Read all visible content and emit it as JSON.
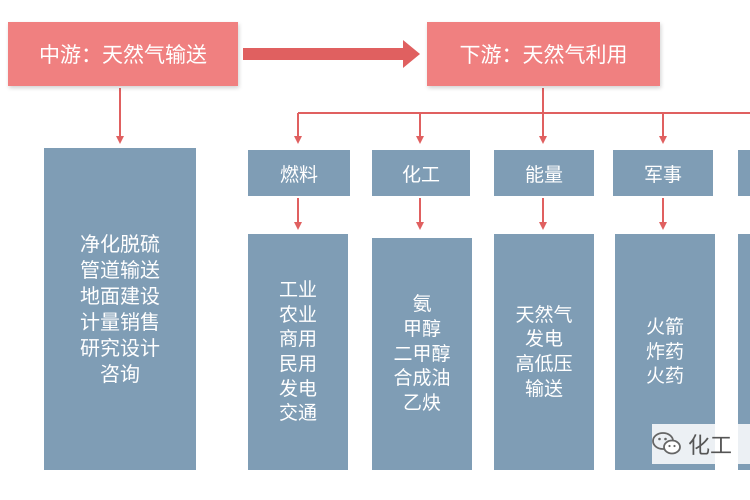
{
  "midstream": {
    "title": "中游：天然气输送"
  },
  "downstream": {
    "title": "下游：天然气利用"
  },
  "midstream_details": [
    "净化脱硫",
    "管道输送",
    "地面建设",
    "计量销售",
    "研究设计",
    "咨询"
  ],
  "categories": [
    {
      "label": "燃料",
      "items": [
        "工业",
        "农业",
        "商用",
        "民用",
        "发电",
        "交通"
      ]
    },
    {
      "label": "化工",
      "items": [
        "氨",
        "甲醇",
        "二甲醇",
        "合成油",
        "乙炔"
      ]
    },
    {
      "label": "能量",
      "items": [
        "天然气",
        "发电",
        "高低压",
        "输送"
      ]
    },
    {
      "label": "军事",
      "items": [
        "火箭",
        "炸药",
        "火药"
      ]
    }
  ],
  "watermark": {
    "text": "化工"
  },
  "colors": {
    "stage": "#f08080",
    "box": "#7f9db5",
    "arrow": "#e06060",
    "text": "#ffffff"
  },
  "icons": {
    "watermark": "wechat-icon"
  }
}
